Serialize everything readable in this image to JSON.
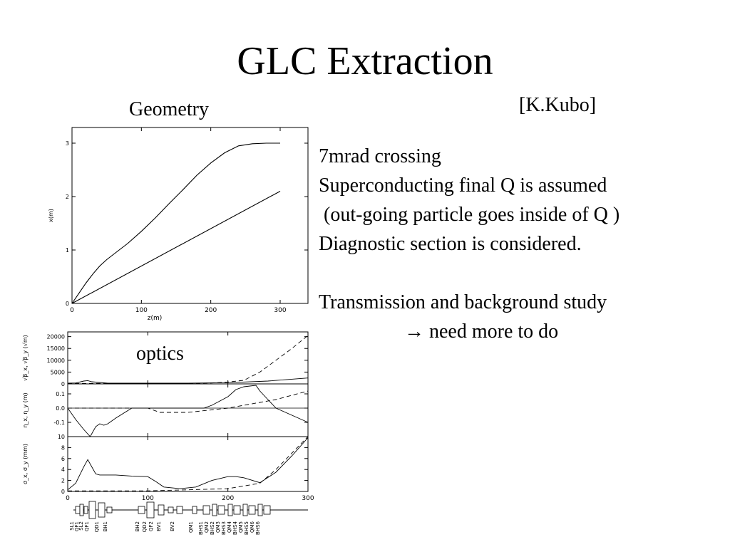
{
  "slide": {
    "title": "GLC Extraction",
    "credit": "[K.Kubo]",
    "geometry_label": "Geometry",
    "optics_label": "optics",
    "bullets": [
      "7mrad crossing",
      "Superconducting final Q is assumed",
      " (out-going particle goes inside of Q )",
      "Diagnostic section is considered.",
      "",
      "Transmission and background study"
    ],
    "followup_arrow": "→",
    "followup_text": " need more to do"
  },
  "chart_data": [
    {
      "type": "line",
      "title": "",
      "xlabel": "z(m)",
      "ylabel": "x(m)",
      "xlim": [
        0,
        300
      ],
      "ylim": [
        0,
        3
      ],
      "xticks": [
        "0",
        "100",
        "200",
        "300"
      ],
      "yticks": [
        "0",
        "1",
        "2",
        "3"
      ],
      "series": [
        {
          "style": "solid",
          "x": [
            0,
            10,
            20,
            30,
            40,
            50,
            60,
            70,
            80,
            100,
            120,
            140,
            160,
            180,
            200,
            220,
            240,
            260,
            280,
            300
          ],
          "y": [
            0,
            0.19,
            0.38,
            0.55,
            0.7,
            0.82,
            0.92,
            1.02,
            1.12,
            1.35,
            1.6,
            1.87,
            2.13,
            2.4,
            2.63,
            2.82,
            2.95,
            2.99,
            3.0,
            3.0
          ]
        },
        {
          "style": "solid",
          "x": [
            0,
            300
          ],
          "y": [
            0,
            2.1
          ]
        }
      ]
    },
    {
      "type": "line",
      "title": "",
      "xlabel": "",
      "ylabel": "√β_x, √β_y (√m)",
      "xlim": [
        0,
        300
      ],
      "ylim": [
        0,
        22000
      ],
      "yticks": [
        "0",
        "5000",
        "10000",
        "15000",
        "20000"
      ],
      "series": [
        {
          "style": "solid",
          "x": [
            0,
            10,
            20,
            25,
            30,
            50,
            100,
            150,
            200,
            250,
            300
          ],
          "y": [
            300,
            400,
            1200,
            1400,
            900,
            300,
            300,
            300,
            500,
            1200,
            2500
          ]
        },
        {
          "style": "dashed",
          "x": [
            0,
            50,
            100,
            150,
            180,
            200,
            220,
            240,
            260,
            280,
            300
          ],
          "y": [
            200,
            200,
            200,
            200,
            400,
            800,
            1500,
            5000,
            10000,
            15000,
            20500
          ]
        }
      ]
    },
    {
      "type": "line",
      "title": "",
      "xlabel": "",
      "ylabel": "η_x, η_y (m)",
      "xlim": [
        0,
        300
      ],
      "ylim": [
        -0.2,
        0.17
      ],
      "yticks": [
        "-0.1",
        "0.0",
        "0.1"
      ],
      "series": [
        {
          "style": "solid",
          "x": [
            0,
            10,
            20,
            28,
            35,
            40,
            45,
            50,
            60,
            80,
            100,
            150,
            170,
            180,
            200,
            210,
            220,
            235,
            240,
            250,
            260,
            280,
            300
          ],
          "y": [
            0,
            -0.08,
            -0.15,
            -0.2,
            -0.13,
            -0.11,
            -0.12,
            -0.11,
            -0.07,
            0.0,
            0.0,
            0.0,
            0.0,
            0.02,
            0.08,
            0.13,
            0.15,
            0.16,
            0.12,
            0.06,
            0.0,
            -0.05,
            -0.1
          ]
        },
        {
          "style": "dashed",
          "x": [
            0,
            80,
            100,
            115,
            150,
            200,
            240,
            260,
            280,
            300
          ],
          "y": [
            0,
            0,
            0,
            -0.03,
            -0.03,
            0.0,
            0.04,
            0.06,
            0.09,
            0.12
          ]
        }
      ]
    },
    {
      "type": "line",
      "title": "",
      "xlabel": "",
      "ylabel": "σ_x, σ_y (mm)",
      "xlim": [
        0,
        300
      ],
      "ylim": [
        0,
        10
      ],
      "xticks": [
        "0",
        "100",
        "200",
        "300"
      ],
      "yticks": [
        "0",
        "2",
        "4",
        "6",
        "8",
        "10"
      ],
      "series": [
        {
          "style": "solid",
          "x": [
            0,
            10,
            20,
            25,
            30,
            35,
            40,
            60,
            80,
            100,
            110,
            120,
            140,
            160,
            180,
            200,
            210,
            220,
            240,
            260,
            280,
            300
          ],
          "y": [
            0.3,
            1.5,
            4.5,
            5.8,
            4.5,
            3.2,
            3.0,
            3.0,
            2.8,
            2.7,
            1.8,
            0.8,
            0.5,
            0.8,
            2.0,
            2.7,
            2.7,
            2.5,
            1.6,
            3.5,
            6.5,
            9.8
          ]
        },
        {
          "style": "dashed",
          "x": [
            0,
            100,
            150,
            200,
            240,
            260,
            280,
            300
          ],
          "y": [
            0.1,
            0.1,
            0.3,
            0.5,
            1.5,
            4.0,
            7.0,
            10.0
          ]
        }
      ]
    }
  ],
  "lattice": {
    "element_labels": [
      "SL1",
      "QF1",
      "SL2",
      "QF1",
      "QD1",
      "BH1",
      "BH2",
      "QD2",
      "QF2",
      "BV1",
      "BV2",
      "QM1",
      "BHS1",
      "QM2",
      "BHS2",
      "QM3",
      "BHS3",
      "QM4",
      "BHS4",
      "QM5",
      "BHS5",
      "QM6",
      "BHS6"
    ]
  }
}
